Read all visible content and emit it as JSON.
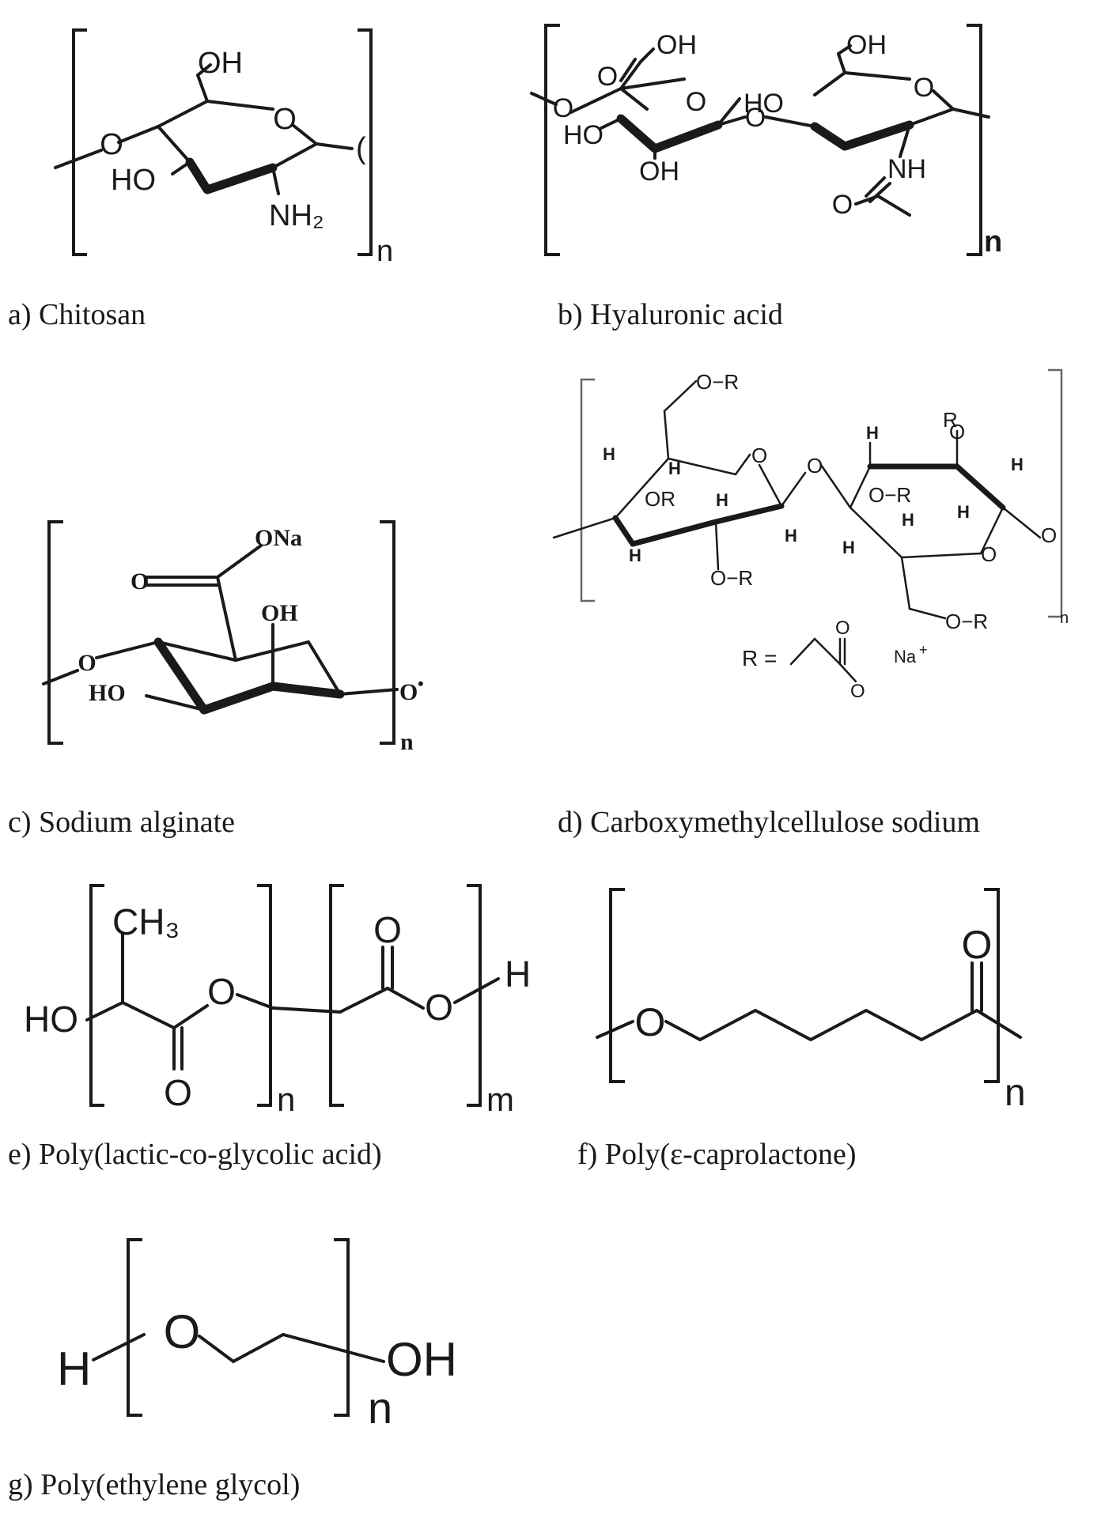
{
  "captions": {
    "a": "a) Chitosan",
    "b": "b) Hyaluronic acid",
    "c": "c) Sodium alginate",
    "d": "d) Carboxymethylcellulose sodium",
    "e": "e) Poly(lactic-co-glycolic acid)",
    "f": "f) Poly(ε-caprolactone)",
    "g": "g) Poly(ethylene glycol)"
  },
  "chitosan": {
    "oh": "OH",
    "ring_o": "O",
    "link_o": "O",
    "ho": "HO",
    "nh2": "NH₂",
    "n": "n"
  },
  "hyaluronic": {
    "oh_acid": "OH",
    "o_carbonyl": "O",
    "ring_o1": "O",
    "ho1": "HO",
    "oh1": "OH",
    "link_o": "O",
    "ho2": "HO",
    "oh2": "OH",
    "ring_o2": "O",
    "nh": "NH",
    "o_amide": "O",
    "start_o": "O",
    "n": "n"
  },
  "alginate": {
    "ona": "ONa",
    "o_carbonyl": "O",
    "oh": "OH",
    "ho": "HO",
    "link_o": "O",
    "end_o": "O",
    "n": "n"
  },
  "cmc": {
    "or_top": "O−R",
    "ring_o1": "O",
    "link_o": "O",
    "r_o": "R",
    "o_top2": "O",
    "or1": "OR",
    "or2": "O−R",
    "or3": "O−R",
    "ring_o2": "O",
    "end_o": "O",
    "or_bottom": "O−R",
    "h": "H",
    "n": "n",
    "r_def": "R =",
    "r_o1": "O",
    "r_o2": "O",
    "na": "Na"
  },
  "plga": {
    "ch3": "CH₃",
    "ho": "HO",
    "o1": "O",
    "o_c1": "O",
    "o_c2": "O",
    "o2": "O",
    "h": "H",
    "n": "n",
    "m": "m"
  },
  "pcl": {
    "o_ring": "O",
    "o_carbonyl": "O",
    "n": "n"
  },
  "peg": {
    "h": "H",
    "o": "O",
    "oh": "OH",
    "n": "n"
  }
}
